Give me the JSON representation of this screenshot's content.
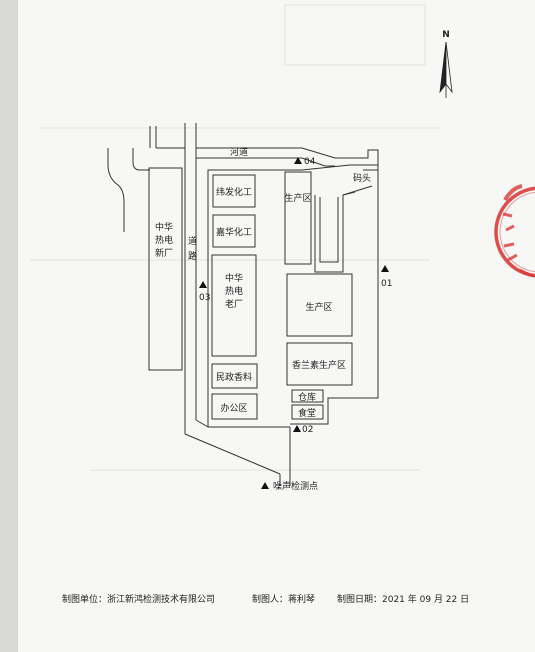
{
  "north_label": "N",
  "labels": {
    "river": "河道",
    "wharf": "码头",
    "road_1": "道",
    "road_2": "路",
    "plant_new": [
      "中华",
      "热电",
      "新厂"
    ],
    "plant_old": [
      "中华",
      "热电",
      "老厂"
    ],
    "weifa": "纬发化工",
    "jiahua": "嘉华化工",
    "minzheng": "民政香料",
    "office": "办公区",
    "prod_top": "生产区",
    "prod_mid": "生产区",
    "xianglan": "香兰素生产区",
    "warehouse": "仓库",
    "canteen": "食堂",
    "pt_01": "01",
    "pt_02": "02",
    "pt_03": "03",
    "pt_04": "04",
    "legend": "噪声检测点"
  },
  "footer": {
    "unit": "制图单位：浙江新鸿检测技术有限公司",
    "maker": "制图人：蒋利琴",
    "date": "制图日期：2021 年 09 月 22 日"
  },
  "colors": {
    "line": "#333333",
    "marker": "#111111",
    "stamp": "#d93a3a"
  }
}
